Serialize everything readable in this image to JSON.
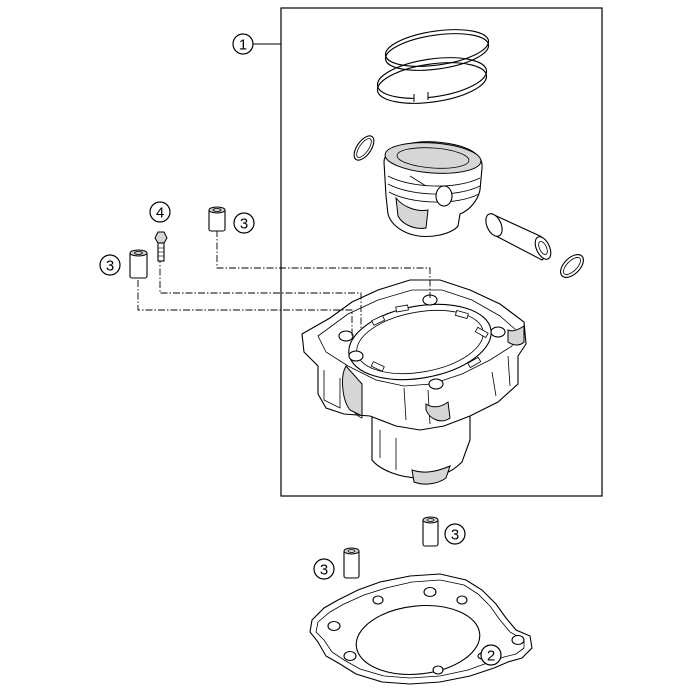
{
  "callouts": {
    "c1": "1",
    "c2": "2",
    "c3a": "3",
    "c3b": "3",
    "c3c": "3",
    "c3d": "3",
    "c4": "4"
  }
}
